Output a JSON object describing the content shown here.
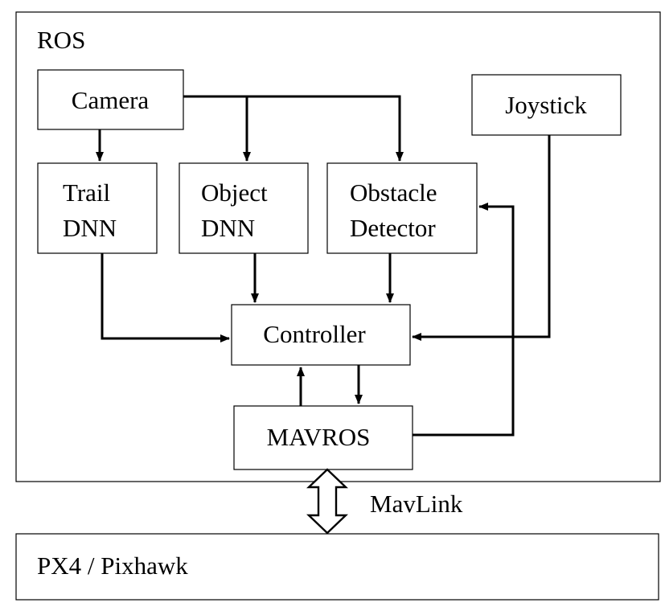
{
  "containers": {
    "ros": {
      "label": "ROS"
    },
    "px4": {
      "label": "PX4 / Pixhawk"
    }
  },
  "nodes": {
    "camera": {
      "label": "Camera"
    },
    "joystick": {
      "label": "Joystick"
    },
    "trail": {
      "line1": "Trail",
      "line2": "DNN"
    },
    "object": {
      "line1": "Object",
      "line2": "DNN"
    },
    "obstacle": {
      "line1": "Obstacle",
      "line2": "Detector"
    },
    "controller": {
      "label": "Controller"
    },
    "mavros": {
      "label": "MAVROS"
    }
  },
  "links": {
    "mavlink": {
      "label": "MavLink"
    }
  },
  "edges": [
    {
      "from": "Camera",
      "to": "Trail DNN"
    },
    {
      "from": "Camera",
      "to": "Object DNN"
    },
    {
      "from": "Camera",
      "to": "Obstacle Detector"
    },
    {
      "from": "Trail DNN",
      "to": "Controller"
    },
    {
      "from": "Object DNN",
      "to": "Controller"
    },
    {
      "from": "Obstacle Detector",
      "to": "Controller"
    },
    {
      "from": "Joystick",
      "to": "Controller"
    },
    {
      "from": "MAVROS",
      "to": "Controller"
    },
    {
      "from": "Controller",
      "to": "MAVROS"
    },
    {
      "from": "MAVROS",
      "to": "Obstacle Detector"
    },
    {
      "from": "MAVROS",
      "to": "PX4 / Pixhawk",
      "bidirectional": true
    }
  ]
}
